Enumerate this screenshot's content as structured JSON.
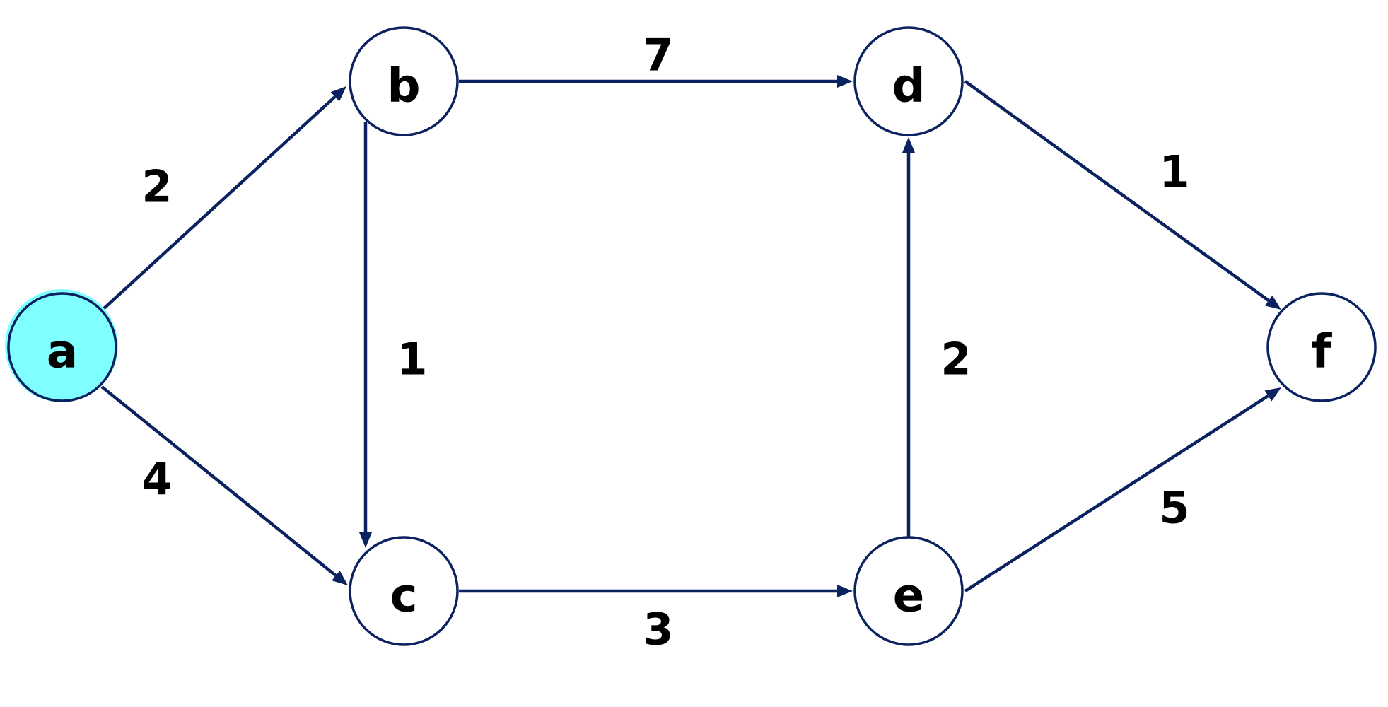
{
  "graph": {
    "nodes": [
      {
        "id": "a",
        "label": "a",
        "highlighted": true
      },
      {
        "id": "b",
        "label": "b",
        "highlighted": false
      },
      {
        "id": "c",
        "label": "c",
        "highlighted": false
      },
      {
        "id": "d",
        "label": "d",
        "highlighted": false
      },
      {
        "id": "e",
        "label": "e",
        "highlighted": false
      },
      {
        "id": "f",
        "label": "f",
        "highlighted": false
      }
    ],
    "edges": [
      {
        "from": "a",
        "to": "b",
        "weight": "2"
      },
      {
        "from": "a",
        "to": "c",
        "weight": "4"
      },
      {
        "from": "b",
        "to": "d",
        "weight": "7"
      },
      {
        "from": "b",
        "to": "c",
        "weight": "1"
      },
      {
        "from": "c",
        "to": "e",
        "weight": "3"
      },
      {
        "from": "e",
        "to": "d",
        "weight": "2"
      },
      {
        "from": "d",
        "to": "f",
        "weight": "1"
      },
      {
        "from": "e",
        "to": "f",
        "weight": "5"
      }
    ],
    "colors": {
      "edge": "#0b2260",
      "node_fill": "#ffffff",
      "highlight_fill": "#7fffff",
      "text": "#000000"
    }
  }
}
